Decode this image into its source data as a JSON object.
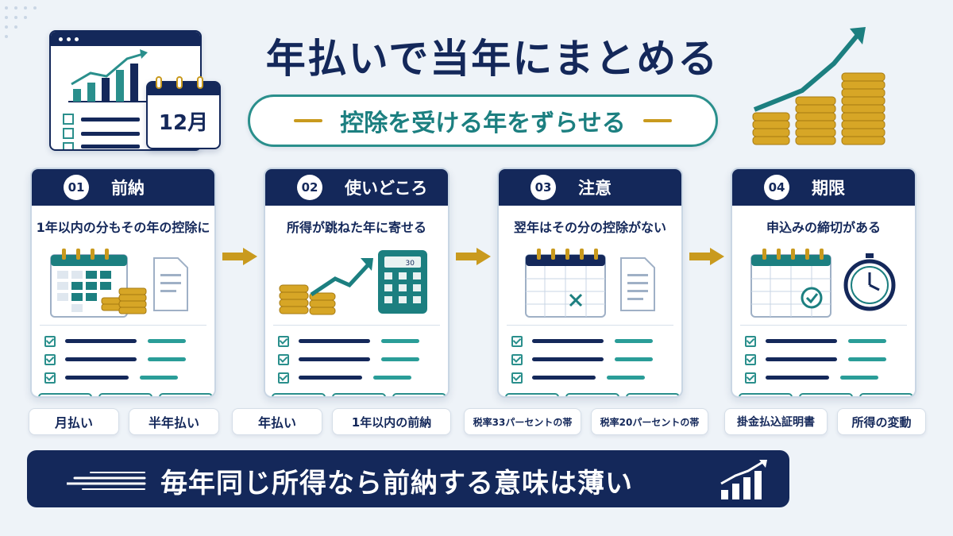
{
  "header": {
    "title": "年払いで当年にまとめる",
    "subtitle": "控除を受ける年をずらせる",
    "calendar_label": "12月"
  },
  "steps": [
    {
      "num": "01",
      "title": "前納",
      "subtitle": "1年以内の分もその年の控除に",
      "icons": [
        "calendar-icon",
        "coins-icon",
        "document-icon"
      ]
    },
    {
      "num": "02",
      "title": "使いどころ",
      "subtitle": "所得が跳ねた年に寄せる",
      "icons": [
        "growth-chart-icon",
        "calculator-icon",
        "coins-icon"
      ]
    },
    {
      "num": "03",
      "title": "注意",
      "subtitle": "翌年はその分の控除がない",
      "icons": [
        "warning-icon",
        "calendar-icon",
        "document-icon"
      ]
    },
    {
      "num": "04",
      "title": "期限",
      "subtitle": "申込みの締切がある",
      "icons": [
        "clock-icon",
        "calendar-icon",
        "document-icon"
      ]
    }
  ],
  "calculator_display": "30",
  "tags": [
    "月払い",
    "半年払い",
    "年払い",
    "1年以内の前納",
    "税率33パーセントの帯",
    "税率20パーセントの帯",
    "掛金払込証明書",
    "所得の変動"
  ],
  "footer": {
    "text": "毎年同じ所得なら前納する意味は薄い"
  },
  "colors": {
    "navy": "#14285a",
    "teal": "#2a8f8c",
    "gold": "#c99a1e",
    "background": "#eef3f8"
  }
}
